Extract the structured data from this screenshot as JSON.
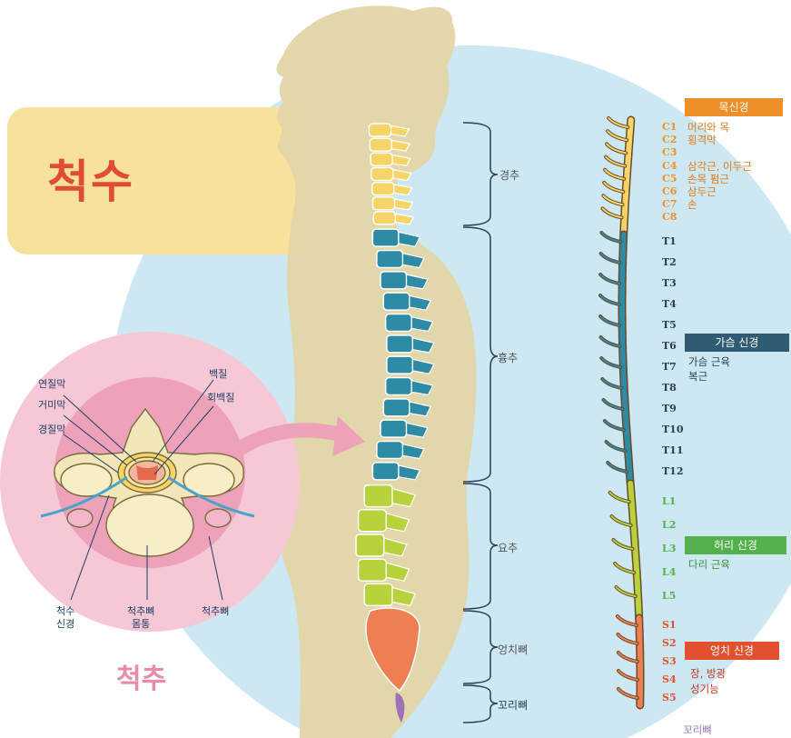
{
  "title": "척수",
  "subtitle": "척추",
  "colors": {
    "cervical": "#f7d467",
    "thoracic": "#2d8ba6",
    "lumbar": "#b8d23c",
    "sacral": "#ee7f52",
    "coccyx": "#9b72b5",
    "cervical_badge": "#ef8f2a",
    "thoracic_badge": "#2f5c73",
    "lumbar_badge": "#54b04a",
    "sacral_badge": "#e1512f",
    "title_text": "#e14d34",
    "subtitle_text": "#ea8aa6"
  },
  "regions": {
    "cervical": "경추",
    "thoracic": "흉추",
    "lumbar": "요추",
    "sacral": "엉치뼈",
    "coccyx": "꼬리뼈"
  },
  "cross_section": {
    "labels": {
      "pia": "연질막",
      "arachnoid": "거미막",
      "dura": "경질막",
      "white_matter": "백질",
      "gray_matter": "회백질",
      "spinal_nerve": "척수\n신경",
      "vertebral_body": "척추뼈\n몸통",
      "vertebra": "척추뼈"
    }
  },
  "nerves": {
    "cervical": {
      "badge": "목신경",
      "segments": [
        "C1",
        "C2",
        "C3",
        "C4",
        "C5",
        "C6",
        "C7",
        "C8"
      ],
      "descriptions": [
        "머리와 목",
        "횡격막",
        "",
        "삼각근, 이두근",
        "손목 펌근",
        "삼두근",
        "손",
        ""
      ]
    },
    "thoracic": {
      "badge": "가슴 신경",
      "segments": [
        "T1",
        "T2",
        "T3",
        "T4",
        "T5",
        "T6",
        "T7",
        "T8",
        "T9",
        "T10",
        "T11",
        "T12"
      ],
      "descriptions": [
        "가슴 근육",
        "복근"
      ]
    },
    "lumbar": {
      "badge": "허리 신경",
      "segments": [
        "L1",
        "L2",
        "L3",
        "L4",
        "L5"
      ],
      "descriptions": [
        "다리 근육"
      ]
    },
    "sacral": {
      "badge": "엉치 신경",
      "segments": [
        "S1",
        "S2",
        "S3",
        "S4",
        "S5"
      ],
      "descriptions": [
        "장, 방광",
        "성기능"
      ]
    },
    "coccygeal": {
      "label": "꼬리뼈"
    }
  }
}
